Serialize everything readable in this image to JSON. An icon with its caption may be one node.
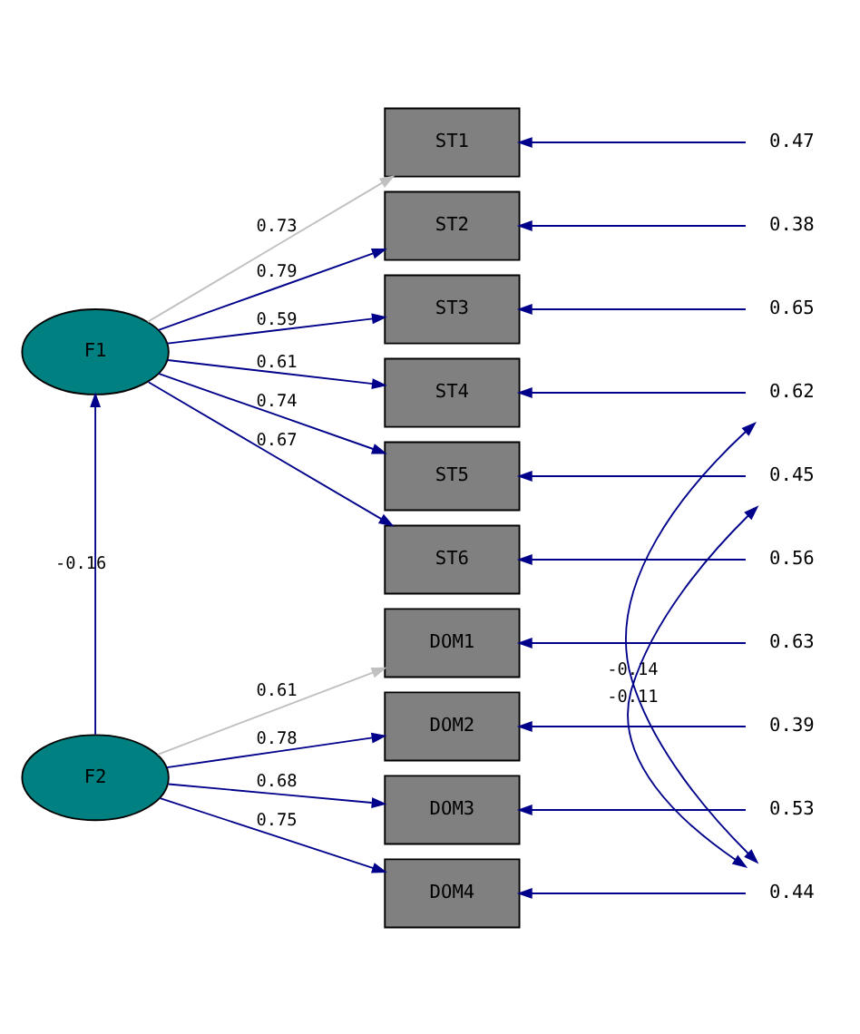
{
  "diagram": {
    "nodes": [
      {
        "text": [
          "F1"
        ]
      },
      {
        "text": [
          "F2"
        ]
      },
      {
        "text": [
          "ST1"
        ]
      },
      {
        "text": [
          "ST2"
        ]
      },
      {
        "text": [
          "ST3"
        ]
      },
      {
        "text": [
          "ST4"
        ]
      },
      {
        "text": [
          "ST5"
        ]
      },
      {
        "text": [
          "ST6"
        ]
      },
      {
        "text": [
          "DOM1"
        ]
      },
      {
        "text": [
          "DOM2"
        ]
      },
      {
        "text": [
          "DOM3"
        ]
      },
      {
        "text": [
          "DOM4"
        ]
      },
      {
        "text": [
          "0.47"
        ]
      },
      {
        "text": [
          "0.38"
        ]
      },
      {
        "text": [
          "0.65"
        ]
      },
      {
        "text": [
          "0.62"
        ]
      },
      {
        "text": [
          "0.45"
        ]
      },
      {
        "text": [
          "0.56"
        ]
      },
      {
        "text": [
          "0.63"
        ]
      },
      {
        "text": [
          "0.39"
        ]
      },
      {
        "text": [
          "0.53"
        ]
      },
      {
        "text": [
          "0.44"
        ]
      }
    ],
    "edges": [
      {
        "from": 0,
        "to": 2,
        "arrow": "to",
        "label": "0.73",
        "color": "#c0c0c0"
      },
      {
        "from": 0,
        "to": 3,
        "arrow": "to",
        "label": "0.79"
      },
      {
        "from": 0,
        "to": 4,
        "arrow": "to",
        "label": "0.59"
      },
      {
        "from": 0,
        "to": 5,
        "arrow": "to",
        "label": "0.61"
      },
      {
        "from": 0,
        "to": 6,
        "arrow": "to",
        "label": "0.74"
      },
      {
        "from": 0,
        "to": 7,
        "arrow": "to",
        "label": "0.67"
      },
      {
        "from": 1,
        "to": 8,
        "arrow": "to",
        "label": "0.61",
        "color": "#c0c0c0"
      },
      {
        "from": 1,
        "to": 9,
        "arrow": "to",
        "label": "0.78"
      },
      {
        "from": 1,
        "to": 10,
        "arrow": "to",
        "label": "0.68"
      },
      {
        "from": 1,
        "to": 11,
        "arrow": "to",
        "label": "0.75"
      },
      {
        "from": 1,
        "to": 0,
        "arrow": "to",
        "label": "-0.16"
      },
      {
        "from": 12,
        "to": 2,
        "arrow": "to"
      },
      {
        "from": 13,
        "to": 3,
        "arrow": "to"
      },
      {
        "from": 14,
        "to": 4,
        "arrow": "to"
      },
      {
        "from": 15,
        "to": 5,
        "arrow": "to"
      },
      {
        "from": 16,
        "to": 6,
        "arrow": "to"
      },
      {
        "from": 17,
        "to": 7,
        "arrow": "to"
      },
      {
        "from": 18,
        "to": 8,
        "arrow": "to"
      },
      {
        "from": 19,
        "to": 9,
        "arrow": "to"
      },
      {
        "from": 20,
        "to": 10,
        "arrow": "to"
      },
      {
        "from": 21,
        "to": 11,
        "arrow": "to"
      },
      {
        "from": 15,
        "to": 21,
        "arrow": "both",
        "label": "-0.14"
      },
      {
        "from": 16,
        "to": 21,
        "arrow": "both",
        "label": "-0.11"
      }
    ]
  }
}
